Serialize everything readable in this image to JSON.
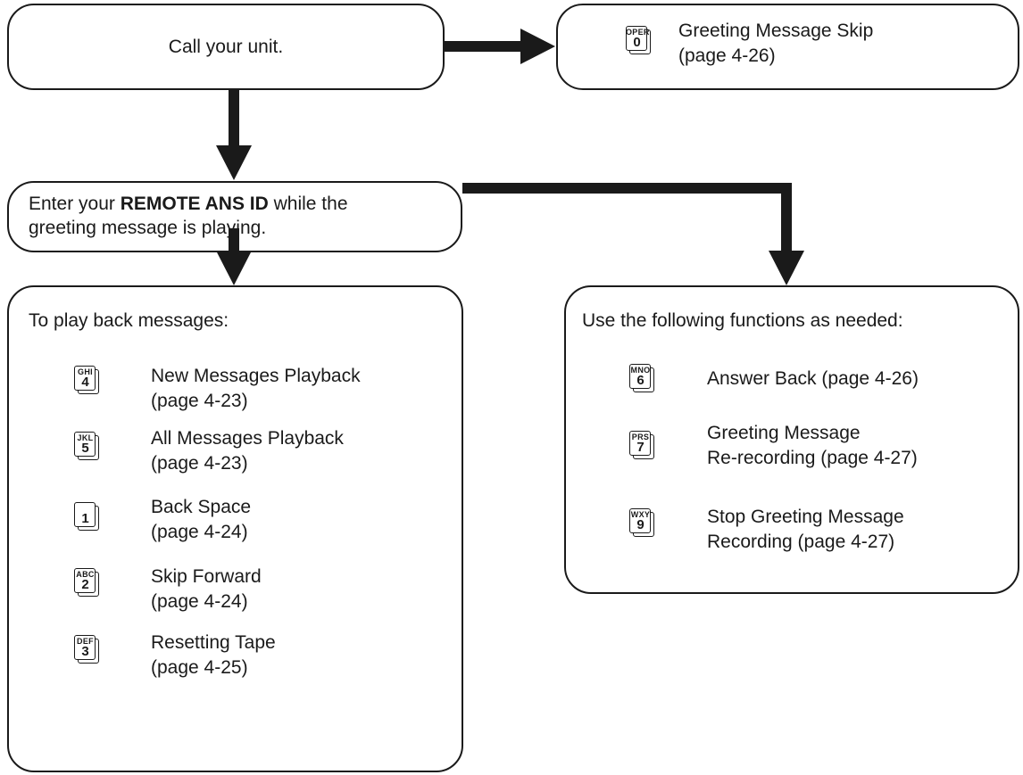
{
  "step1": {
    "text": "Call your unit."
  },
  "skip": {
    "key": {
      "letters": "OPER",
      "digit": "0"
    },
    "line1": "Greeting Message Skip",
    "line2": "(page 4-26)"
  },
  "step2": {
    "text_pre": "Enter your ",
    "text_bold": "REMOTE ANS ID",
    "text_post": " while the",
    "line2": "greeting message is playing."
  },
  "playback": {
    "heading": "To play back messages:",
    "items": [
      {
        "key": {
          "letters": "GHI",
          "digit": "4"
        },
        "line1": "New Messages Playback",
        "line2": "(page 4-23)"
      },
      {
        "key": {
          "letters": "JKL",
          "digit": "5"
        },
        "line1": "All Messages Playback",
        "line2": "(page 4-23)"
      },
      {
        "key": {
          "letters": "",
          "digit": "1"
        },
        "line1": "Back Space",
        "line2": "(page 4-24)"
      },
      {
        "key": {
          "letters": "ABC",
          "digit": "2"
        },
        "line1": "Skip Forward",
        "line2": "(page 4-24)"
      },
      {
        "key": {
          "letters": "DEF",
          "digit": "3"
        },
        "line1": "Resetting Tape",
        "line2": "(page 4-25)"
      }
    ]
  },
  "functions": {
    "heading": "Use the following functions as needed:",
    "items": [
      {
        "key": {
          "letters": "MNO",
          "digit": "6"
        },
        "line1": "Answer Back (page 4-26)",
        "line2": ""
      },
      {
        "key": {
          "letters": "PRS",
          "digit": "7"
        },
        "line1": "Greeting Message",
        "line2": "Re-recording (page 4-27)"
      },
      {
        "key": {
          "letters": "WXY",
          "digit": "9"
        },
        "line1": "Stop Greeting Message",
        "line2": "Recording (page 4-27)"
      }
    ]
  }
}
